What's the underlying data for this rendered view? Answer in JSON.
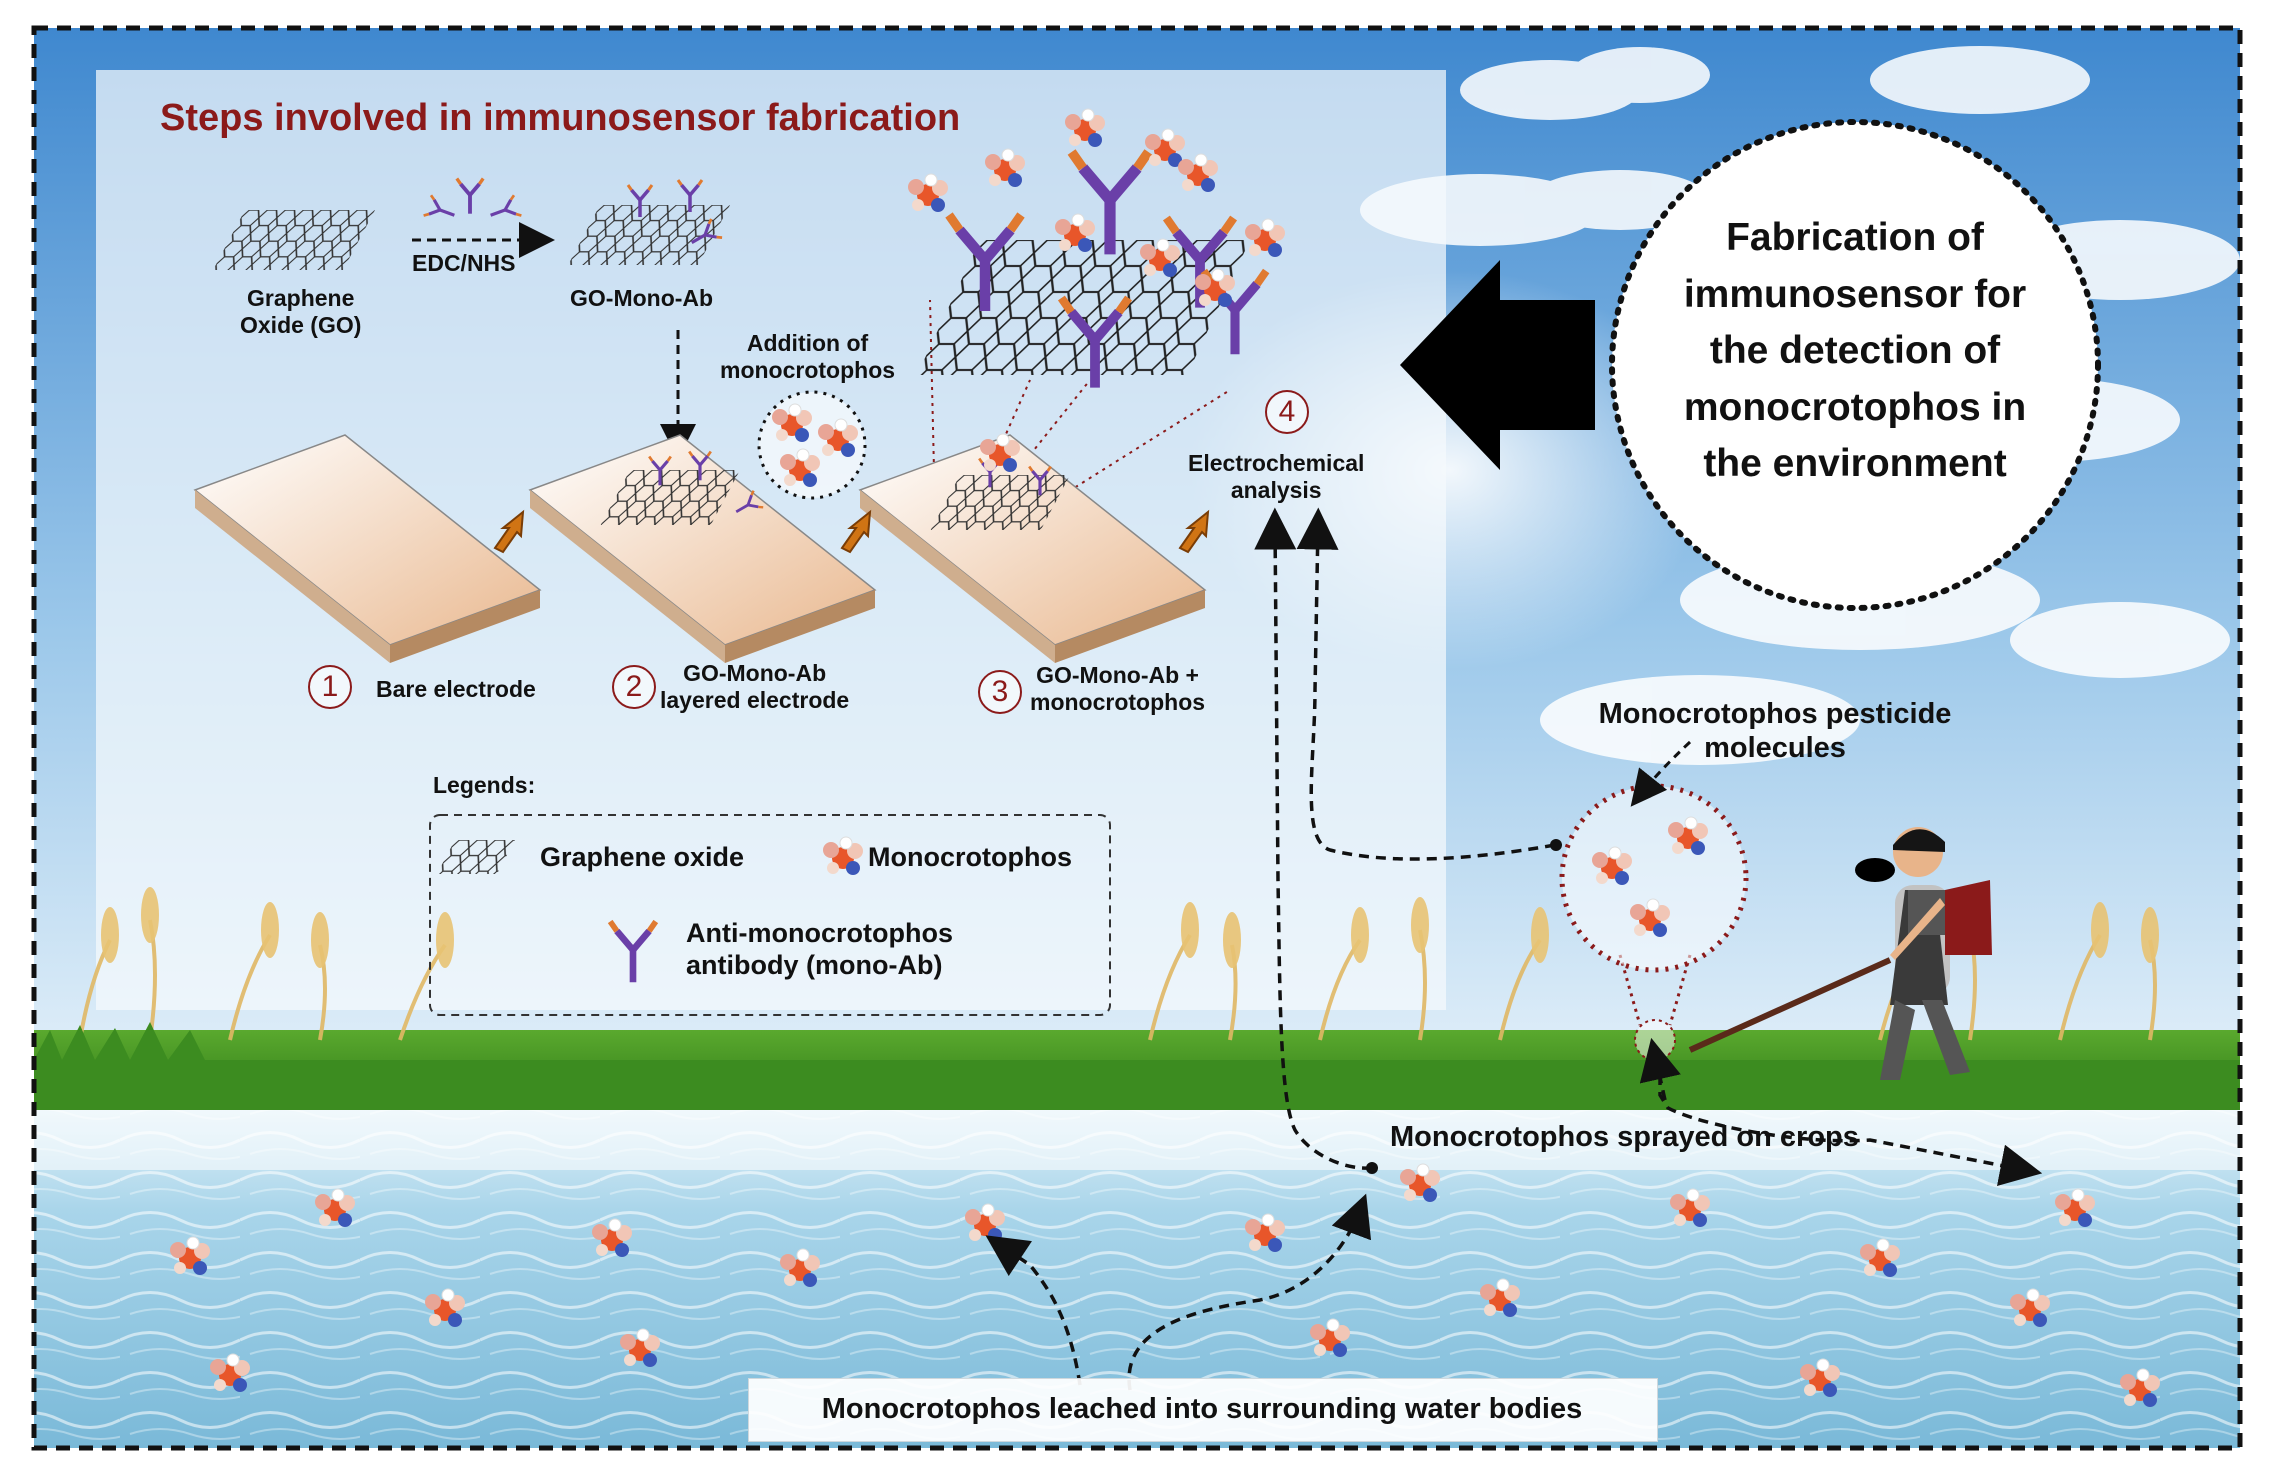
{
  "heading": "Steps involved in immunosensor fabrication",
  "reagents": {
    "graphene_oxide": "Graphene\nOxide (GO)",
    "coupling": "EDC/NHS",
    "conjugate": "GO-Mono-Ab",
    "addition": "Addition of\nmonocrotophos"
  },
  "steps": [
    {
      "number": "1",
      "label": "Bare electrode"
    },
    {
      "number": "2",
      "label": "GO-Mono-Ab\nlayered electrode"
    },
    {
      "number": "3",
      "label": "GO-Mono-Ab +\nmonocrotophos"
    },
    {
      "number": "4",
      "label": "Electrochemical\nanalysis"
    }
  ],
  "legend": {
    "heading": "Legends:",
    "graphene_oxide": "Graphene oxide",
    "monocrotophos": "Monocrotophos",
    "antibody": "Anti-monocrotophos\nantibody (mono-Ab)"
  },
  "circle_text": "Fabrication of\nimmunosensor for\nthe detection of\nmonocrotophos in\nthe environment",
  "callouts": {
    "molecules": "Monocrotophos pesticide\nmolecules",
    "sprayed": "Monocrotophos sprayed on crops",
    "leached": "Monocrotophos leached into surrounding water bodies"
  },
  "colors": {
    "title": "#8b1a1a",
    "sky": "#4f97d6",
    "grass": "#3f8f22",
    "water": "#8fc7e2",
    "arrow_big": "#000000",
    "step_arrow": "#c56a10",
    "molecule_orange": "#e8562a"
  }
}
